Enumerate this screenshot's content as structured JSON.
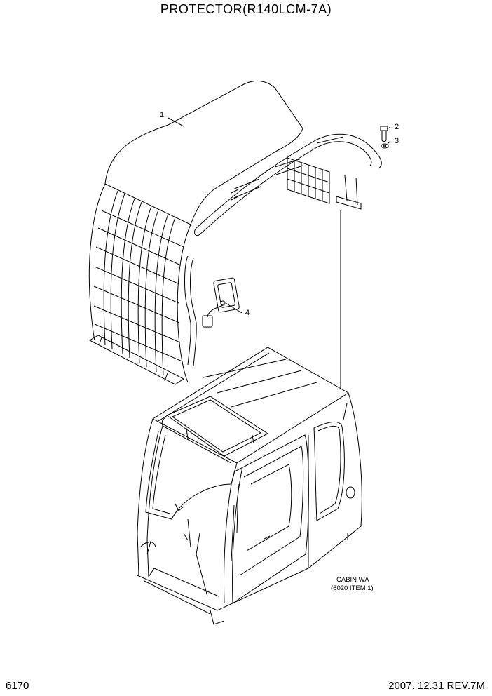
{
  "title": "PROTECTOR(R140LCM-7A)",
  "callouts": [
    {
      "num": "1"
    },
    {
      "num": "2"
    },
    {
      "num": "3"
    },
    {
      "num": "4"
    }
  ],
  "note": {
    "line1": "CABIN WA",
    "line2": "(6020 ITEM 1)"
  },
  "footer": {
    "page": "6170",
    "date_rev": "2007. 12.31  REV.7M"
  }
}
